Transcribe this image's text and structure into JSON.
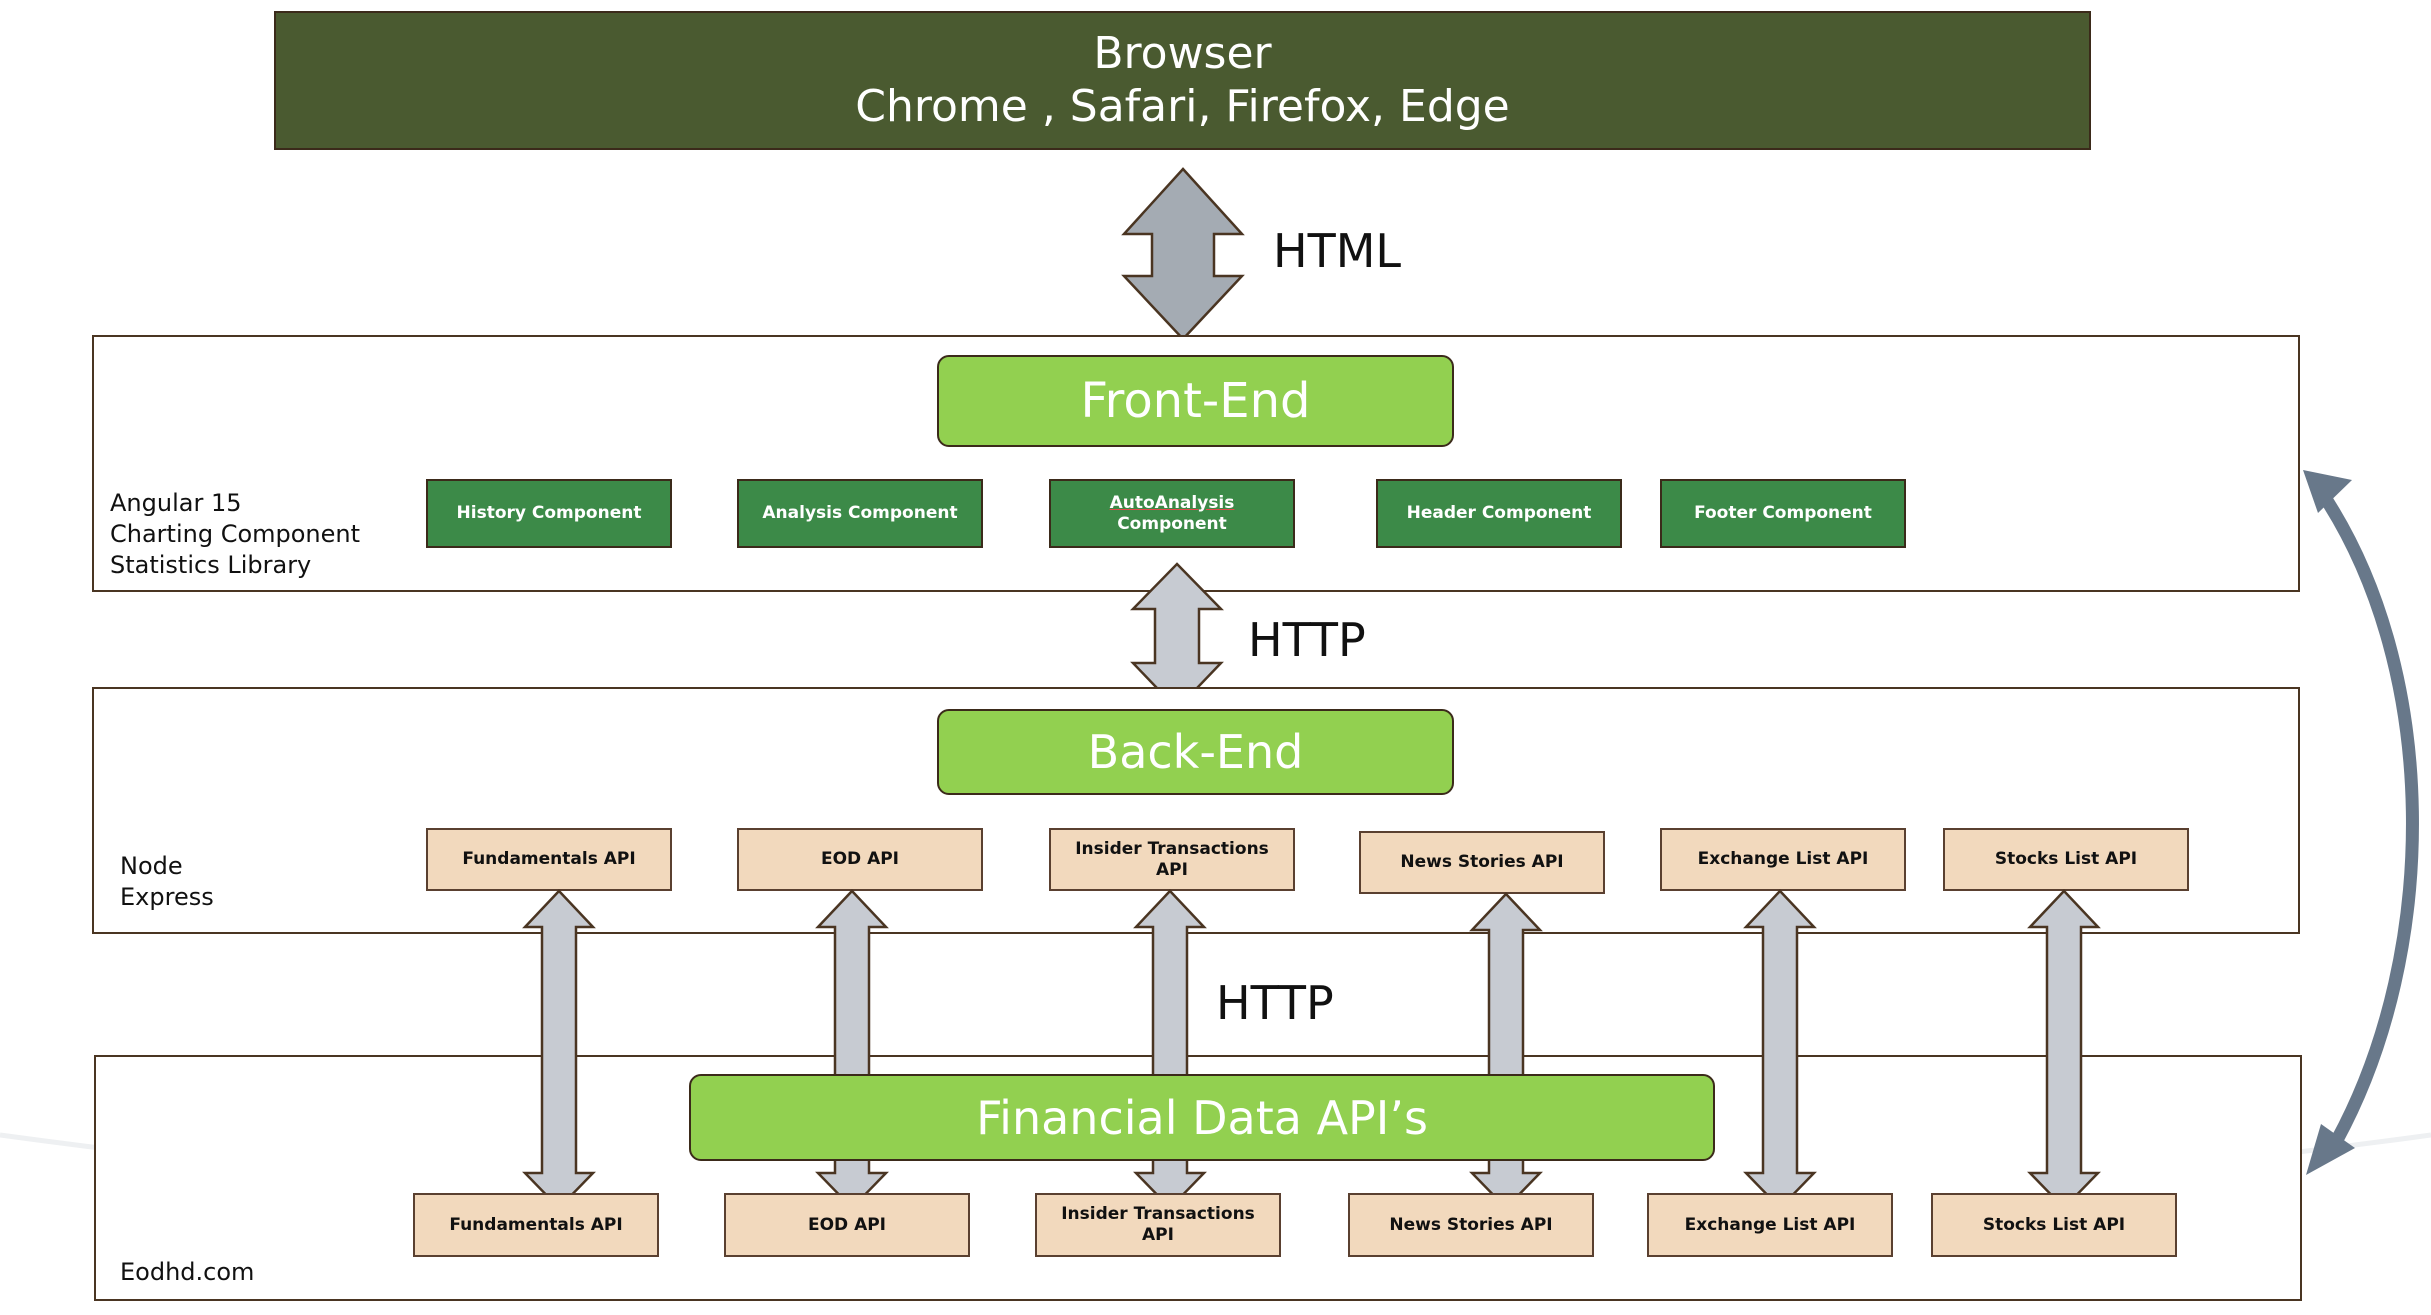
{
  "browser": {
    "line1": "Browser",
    "line2": "Chrome , Safari, Firefox, Edge"
  },
  "protocols": {
    "html": "HTML",
    "http_top": "HTTP",
    "http_bottom": "HTTP"
  },
  "frontend": {
    "title": "Front-End",
    "stack": [
      "Angular 15",
      "Charting Component",
      "Statistics Library"
    ],
    "components": [
      "History Component",
      "Analysis Component",
      "AutoAnalysis",
      "Component",
      "Header Component",
      "Footer Component"
    ]
  },
  "backend": {
    "title": "Back-End",
    "stack": [
      "Node",
      "Express"
    ],
    "apis": [
      "Fundamentals API",
      "EOD API",
      "Insider Transactions API",
      "News Stories API",
      "Exchange List API",
      "Stocks List API"
    ]
  },
  "provider": {
    "title": "Financial Data API’s",
    "name": "Eodhd.com",
    "apis": [
      "Fundamentals API",
      "EOD API",
      "Insider Transactions API",
      "News Stories API",
      "Exchange List API",
      "Stocks List API"
    ]
  },
  "colors": {
    "browser_fill": "#4a5a30",
    "tier_fill": "#92d050",
    "component_fill": "#3c8a48",
    "api_fill": "#f2d9bd",
    "arrow_fill": "#c7cbd2",
    "big_arrow_fill": "#a4abb3",
    "curve_arrow": "#68788a"
  }
}
